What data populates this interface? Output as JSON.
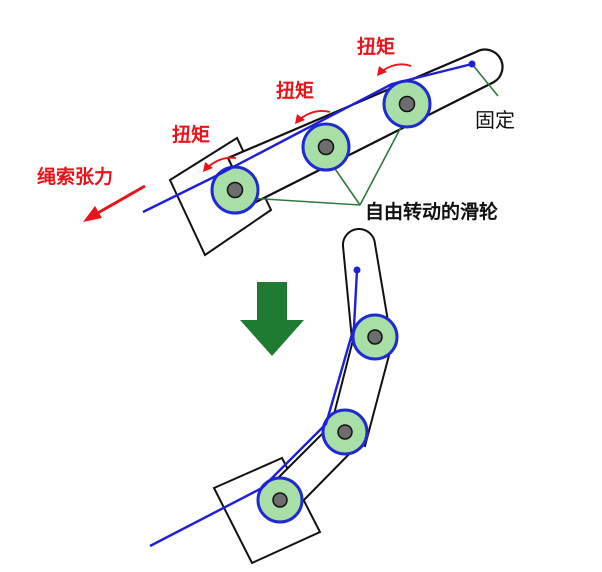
{
  "labels": {
    "torque": "扭矩",
    "rope_tension": "绳索张力",
    "fixed": "固定",
    "free_pulley": "自由转动的滑轮"
  },
  "colors": {
    "rope": "#1f1fd6",
    "pulley_fill": "#a7dfa7",
    "pulley_ring": "#1f2ad0",
    "annotation_red": "#e8141b",
    "leader_line": "#2e7a3d",
    "arrow_green": "#1f7a32",
    "outline": "#111111"
  },
  "icons": {
    "transition_arrow": "down-arrow-icon"
  }
}
